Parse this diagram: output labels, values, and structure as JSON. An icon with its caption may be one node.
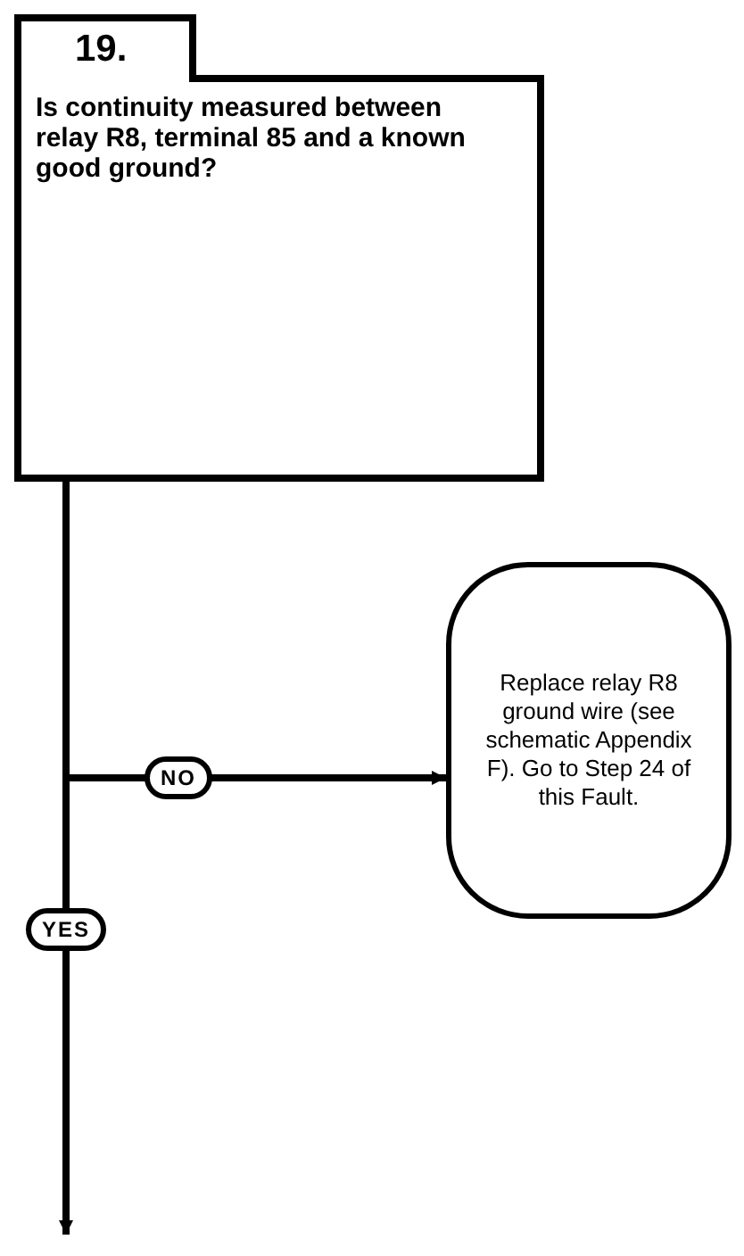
{
  "diagram": {
    "nodes": [
      {
        "text": [
          "19.",
          "Is continuity measured between relay R8, terminal 85 and a known good ground?"
        ]
      },
      {
        "text": [
          "Replace relay R8 ground wire (see schematic Appendix F).  Go to Step 24 of this Fault."
        ]
      }
    ],
    "edges": [
      {
        "from": 0,
        "to": 1,
        "arrow": "to",
        "label": "NO"
      },
      {
        "from": 0,
        "to": null,
        "arrow": "to",
        "label": "YES"
      }
    ]
  }
}
